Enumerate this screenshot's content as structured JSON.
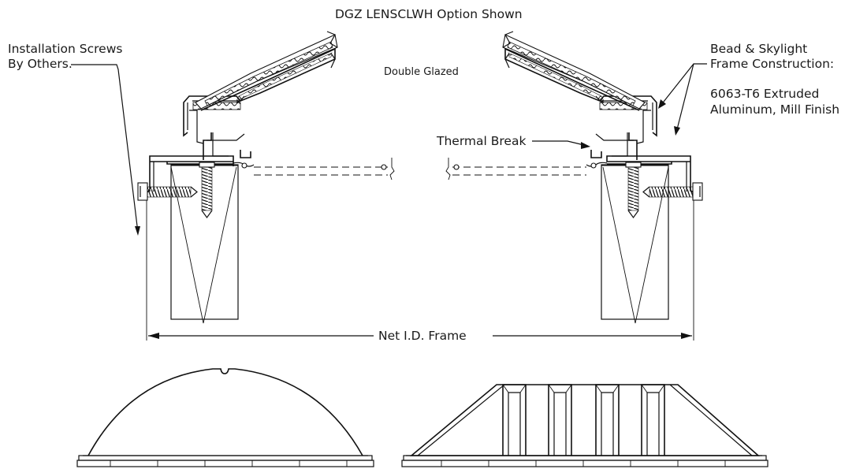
{
  "labels": {
    "option_shown": "DGZ LENSCLWH Option Shown",
    "installation_screws_line1": "Installation Screws",
    "installation_screws_line2": "By Others.",
    "double_glazed": "Double Glazed",
    "bead_line1": "Bead & Skylight",
    "bead_line2": "Frame Construction:",
    "bead_line3": "6063-T6 Extruded",
    "bead_line4": "Aluminum, Mill Finish",
    "thermal_break": "Thermal Break",
    "net_id_frame": "Net I.D. Frame"
  }
}
